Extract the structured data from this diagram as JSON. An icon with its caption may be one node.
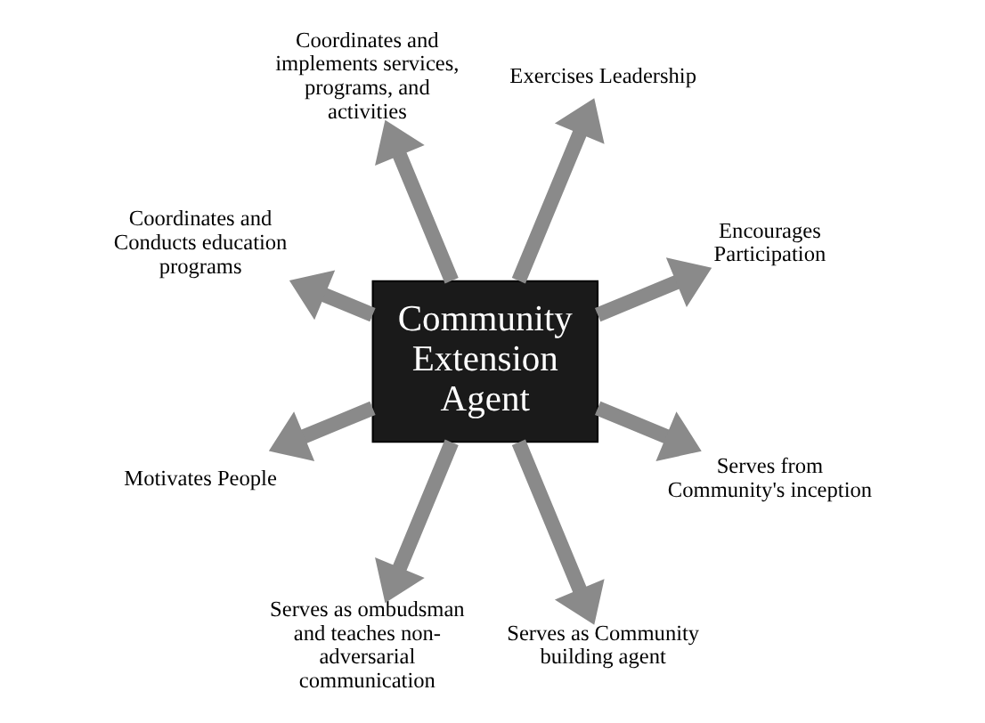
{
  "diagram": {
    "nodes": [
      {
        "text": [
          "Community Extension Agent"
        ]
      },
      {
        "text": [
          "Encourages Participation"
        ]
      },
      {
        "text": [
          "Exercises Leadership"
        ]
      },
      {
        "text": [
          "Coordinates and implements services, programs, and activities"
        ]
      },
      {
        "text": [
          "Coordinates and Conducts education programs"
        ]
      },
      {
        "text": [
          "Motivates People"
        ]
      },
      {
        "text": [
          "Serves as ombudsman and teaches non-adversarial communication"
        ]
      },
      {
        "text": [
          "Serves as Community building agent"
        ]
      },
      {
        "text": [
          "Serves from Community's inception"
        ]
      }
    ],
    "edges": [
      {
        "from": 0,
        "to": 1,
        "arrow": "to"
      },
      {
        "from": 0,
        "to": 2,
        "arrow": "to"
      },
      {
        "from": 0,
        "to": 3,
        "arrow": "to"
      },
      {
        "from": 0,
        "to": 4,
        "arrow": "to"
      },
      {
        "from": 0,
        "to": 5,
        "arrow": "to"
      },
      {
        "from": 0,
        "to": 6,
        "arrow": "to"
      },
      {
        "from": 0,
        "to": 7,
        "arrow": "to"
      },
      {
        "from": 0,
        "to": 8,
        "arrow": "to"
      }
    ]
  }
}
